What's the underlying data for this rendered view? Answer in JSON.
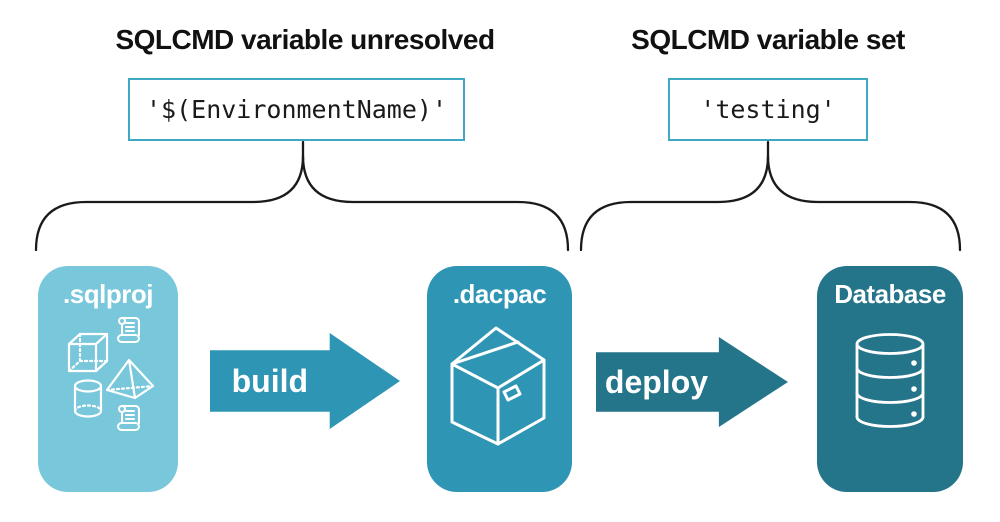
{
  "palette": {
    "background": "#ffffff",
    "heading_text": "#111111",
    "brace_stroke": "#1a1a1a",
    "code_box_border": "#3fa8c5",
    "sqlproj_fill": "#79c7db",
    "dacpac_fill": "#2e96b4",
    "database_fill": "#24748a",
    "build_arrow_fill": "#2e96b4",
    "deploy_arrow_fill": "#24748a",
    "icon_stroke": "#ffffff"
  },
  "annotations": [
    {
      "title": "SQLCMD variable unresolved",
      "code": "'$(EnvironmentName)'"
    },
    {
      "title": "SQLCMD variable set",
      "code": "'testing'"
    }
  ],
  "nodes": [
    {
      "label": ".sqlproj",
      "icon": "sql-objects-icon"
    },
    {
      "label": ".dacpac",
      "icon": "package-icon"
    },
    {
      "label": "Database",
      "icon": "database-icon"
    }
  ],
  "arrows": [
    {
      "label": "build"
    },
    {
      "label": "deploy"
    }
  ]
}
